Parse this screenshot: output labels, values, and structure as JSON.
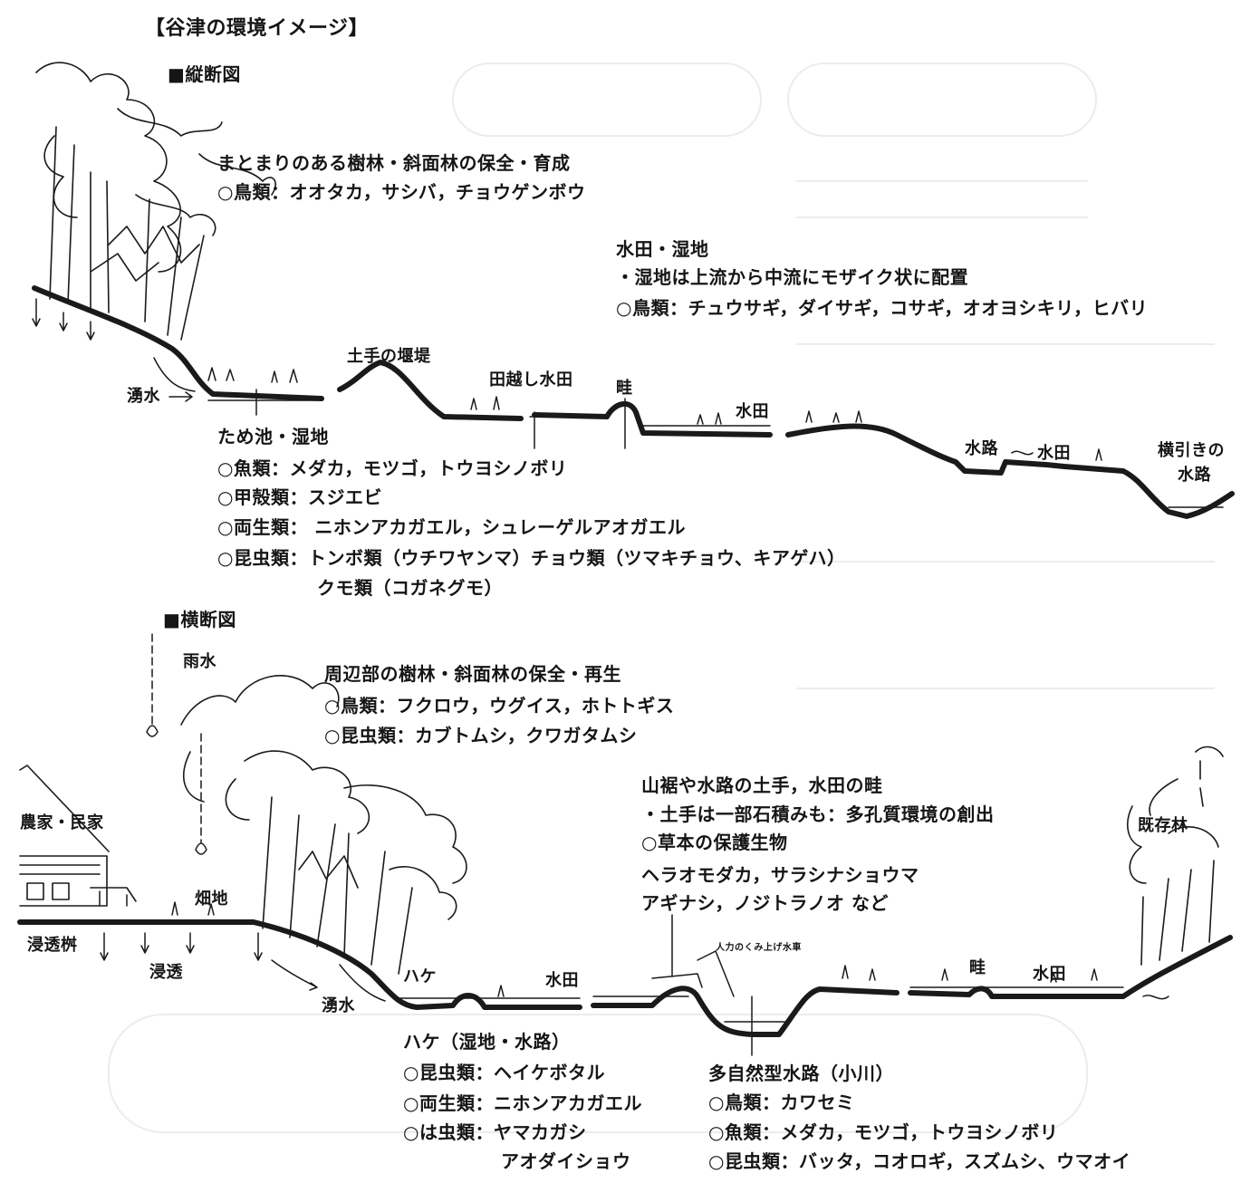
{
  "title": "【谷津の環境イメージ】",
  "long_section": {
    "heading": "■縦断図",
    "forest": {
      "title": "まとまりのある樹林・斜面林の保全・育成",
      "birds": "○鳥類：オオタカ，サシバ，チョウゲンボウ"
    },
    "paddy_wetland": {
      "title": "水田・湿地",
      "note": "・湿地は上流から中流にモザイク状に配置",
      "birds": "○鳥類：チュウサギ，ダイサギ，コサギ，オオヨシキリ，ヒバリ"
    },
    "profile_labels": {
      "spring": "湧水",
      "embankment": "土手の堰堤",
      "terrace_paddy": "田越し水田",
      "ridge": "畦",
      "paddy1": "水田",
      "channel": "水路",
      "paddy2": "水田",
      "side_channel_1": "横引きの",
      "side_channel_2": "水路"
    },
    "pond": {
      "title": "ため池・湿地",
      "fish": "○魚類：メダカ，モツゴ，トウヨシノボリ",
      "crustacea": "○甲殻類：スジエビ",
      "amphibians": "○両生類： ニホンアカガエル，シュレーゲルアオガエル",
      "insects": "○昆虫類：トンボ類（ウチワヤンマ）チョウ類（ツマキチョウ、キアゲハ）",
      "spiders": "クモ類（コガネグモ）"
    }
  },
  "cross_section": {
    "heading": "■横断図",
    "rain": "雨水",
    "forest": {
      "title": "周辺部の樹林・斜面林の保全・再生",
      "birds": "○鳥類：フクロウ，ウグイス，ホトトギス",
      "insects": "○昆虫類：カブトムシ，クワガタムシ"
    },
    "levee": {
      "title": "山裾や水路の土手，水田の畦",
      "note": "・土手は一部石積みも：多孔質環境の創出",
      "plants_head": "○草本の保護生物",
      "plants_1": "ヘラオモダカ，サラシナショウマ",
      "plants_2": "アギナシ，ノジトラノオ  など"
    },
    "profile_labels": {
      "farmhouse": "農家・民家",
      "field": "畑地",
      "infiltration_basin": "浸透桝",
      "infiltration": "浸透",
      "hake": "ハケ",
      "spring": "湧水",
      "paddy1": "水田",
      "pump": "人力のくみ上げ水車",
      "ridge": "畦",
      "paddy2": "水田",
      "existing_forest": "既存林"
    },
    "hake_box": {
      "title": "ハケ（湿地・水路）",
      "insects": "○昆虫類：ヘイケボタル",
      "amphibians": "○両生類：ニホンアカガエル",
      "reptiles": "○は虫類：ヤマカガシ",
      "reptiles_2": "アオダイショウ"
    },
    "stream": {
      "title": "多自然型水路（小川）",
      "birds": "○鳥類：カワセミ",
      "fish": "○魚類：メダカ，モツゴ，トウヨシノボリ",
      "insects": "○昆虫類：バッタ，コオロギ，スズムシ、ウマオイ"
    }
  }
}
